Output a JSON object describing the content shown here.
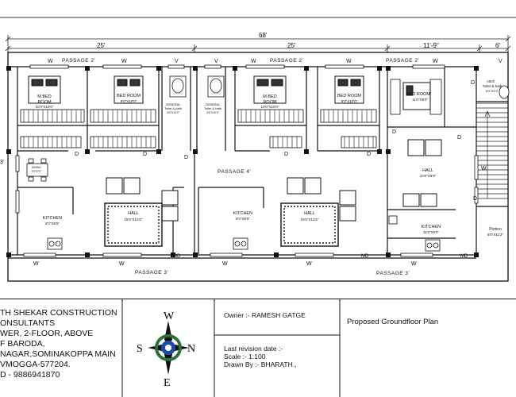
{
  "dimensions": {
    "overall": "68'",
    "seg1": "25'",
    "seg2": "25'",
    "seg3": "11'-9\"",
    "seg4": "6'",
    "left_dim": "3'"
  },
  "passages": {
    "top_left": "PASSAGE 2'",
    "top_mid": "PASSAGE 2'",
    "top_right": "PASSAGE 2'",
    "mid": "PASSAGE 4'",
    "bottom_left": "PASSAGE 3'",
    "bottom_right": "PASSAGE 3'"
  },
  "rooms": {
    "m_bed_1": "M.BED",
    "m_bed_1b": "ROOM",
    "m_bed_1_size": "10'0\"X10'0\"",
    "bed_room_1": "BED ROOM",
    "bed_room_1_size": "9'0\"X10'0\"",
    "m_bed_2": "M.BED",
    "m_bed_2b": "ROOM",
    "m_bed_2_size": "10'0\"X10'0\"",
    "bed_room_2": "BED ROOM",
    "bed_room_2_size": "9'0\"X10'0\"",
    "bed_room_3": "BED ROOM",
    "bed_room_3_size": "11'0\"X8'0\"",
    "gen_toilet_1": "GENERAL",
    "gen_toilet_1b": "Toilet & bath",
    "gen_toilet_1_size": "4'6\"X10'0\"",
    "gen_toilet_2": "GENERAL",
    "gen_toilet_2b": "Toilet & bath",
    "gen_toilet_2_size": "4'6\"X10'0\"",
    "attach": "Attch",
    "attach_b": "Toilet & bath",
    "attach_size": "6'0\"X4'3\"",
    "dining": "DINING",
    "dining_size": "9'0\"X7'0\"",
    "kitchen_1": "KITCHEN",
    "kitchen_1_size": "8'0\"X8'6\"",
    "kitchen_2": "KITCHEN",
    "kitchen_2_size": "8'0\"X8'6\"",
    "kitchen_3": "KITCHEN",
    "kitchen_3_size": "11'0\"X5'0\"",
    "hall_1": "HALL",
    "hall_1_size": "15'0\"X12'6\"",
    "hall_2": "HALL",
    "hall_2_size": "15'0\"X12'6\"",
    "hall_3": "HALL",
    "hall_3_size": "10'0\"X8'9\"",
    "portico": "Portico",
    "portico_size": "6'0\"X11'3\""
  },
  "marks": {
    "w": "W",
    "v": "V",
    "d": "D",
    "md": "MD"
  },
  "compass": {
    "n": "N",
    "s": "S",
    "e": "E",
    "w": "W"
  },
  "title_block": {
    "firm_line1": "TH SHEKAR CONSTRUCTION",
    "firm_line2": "ONSULTANTS",
    "firm_line3": "WER, 2-FLOOR, ABOVE",
    "firm_line4": "F BARODA,",
    "firm_line5": "NAGAR,SOMINAKOPPA MAIN",
    "firm_line6": "VMOGGA-577204.",
    "firm_line7": "D - 9886941870",
    "owner": "Owner :- RAMESH GATGE",
    "last_revision": "Last revision date :-",
    "scale": "Scale :- 1:100",
    "drawn_by": "Drawn By :- BHARATH.,",
    "plan_title": "Proposed Groundfloor Plan"
  }
}
